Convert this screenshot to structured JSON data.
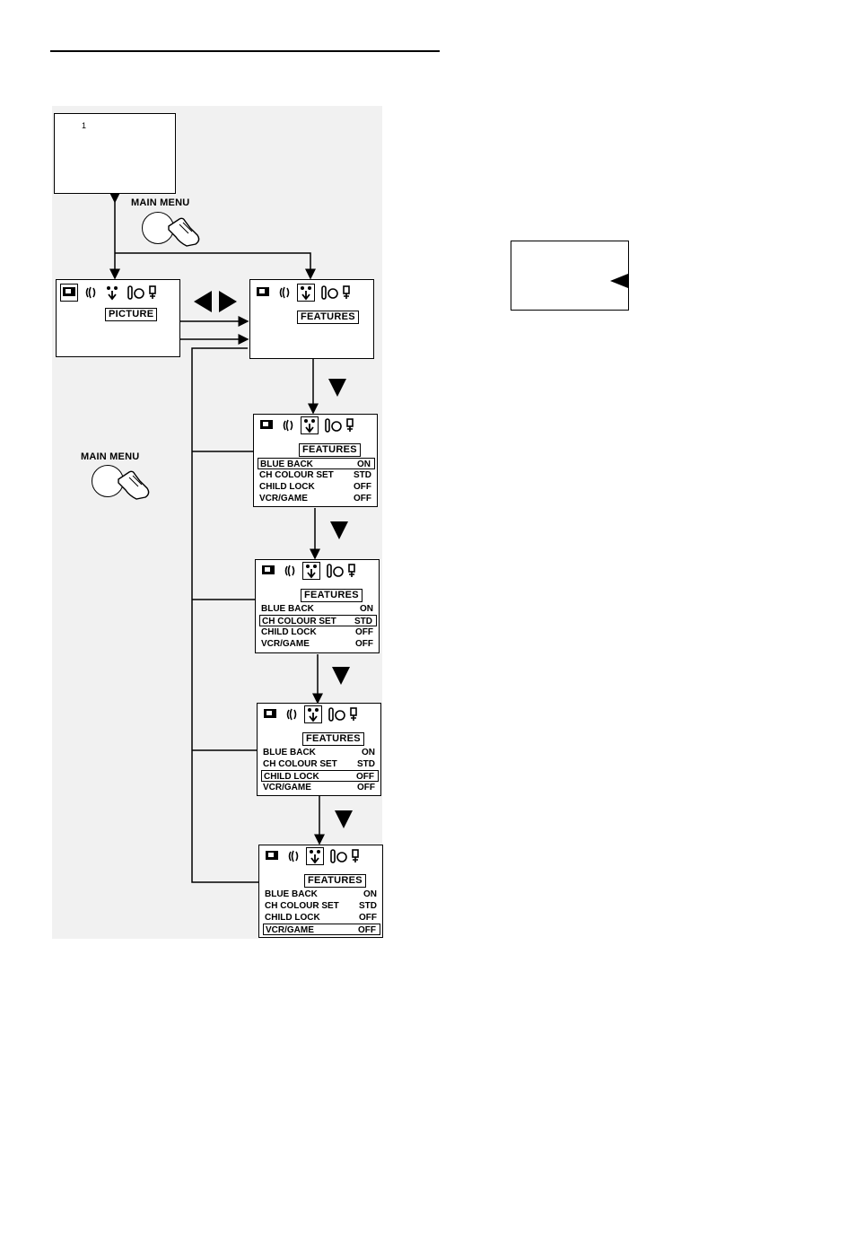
{
  "labels": {
    "main_menu_1": "MAIN MENU",
    "main_menu_2": "MAIN MENU",
    "tab_picture": "PICTURE",
    "tab_features": "FEATURES"
  },
  "tv_marker": "1",
  "icon_names": [
    "picture-icon",
    "sound-icon",
    "features-icon",
    "timer-icon",
    "setup-icon"
  ],
  "menu_items": [
    {
      "label": "BLUE BACK",
      "value": "ON"
    },
    {
      "label": "CH COLOUR SET",
      "value": "STD"
    },
    {
      "label": "CHILD LOCK",
      "value": "OFF"
    },
    {
      "label": "VCR/GAME",
      "value": "OFF"
    }
  ],
  "screens": [
    {
      "menu": {
        "items": [
          {
            "label": "BLUE BACK",
            "value": "ON"
          },
          {
            "label": "CH COLOUR SET",
            "value": "STD"
          },
          {
            "label": "CHILD LOCK",
            "value": "OFF"
          },
          {
            "label": "VCR/GAME",
            "value": "OFF"
          }
        ]
      },
      "highlight": 0
    },
    {
      "menu": {
        "items": [
          {
            "label": "BLUE BACK",
            "value": "ON"
          },
          {
            "label": "CH COLOUR SET",
            "value": "STD"
          },
          {
            "label": "CHILD LOCK",
            "value": "OFF"
          },
          {
            "label": "VCR/GAME",
            "value": "OFF"
          }
        ]
      },
      "highlight": 1
    },
    {
      "menu": {
        "items": [
          {
            "label": "BLUE BACK",
            "value": "ON"
          },
          {
            "label": "CH COLOUR SET",
            "value": "STD"
          },
          {
            "label": "CHILD LOCK",
            "value": "OFF"
          },
          {
            "label": "VCR/GAME",
            "value": "OFF"
          }
        ]
      },
      "highlight": 2
    },
    {
      "menu": {
        "items": [
          {
            "label": "BLUE BACK",
            "value": "ON"
          },
          {
            "label": "CH COLOUR SET",
            "value": "STD"
          },
          {
            "label": "CHILD LOCK",
            "value": "OFF"
          },
          {
            "label": "VCR/GAME",
            "value": "OFF"
          }
        ]
      },
      "highlight": 3
    }
  ]
}
